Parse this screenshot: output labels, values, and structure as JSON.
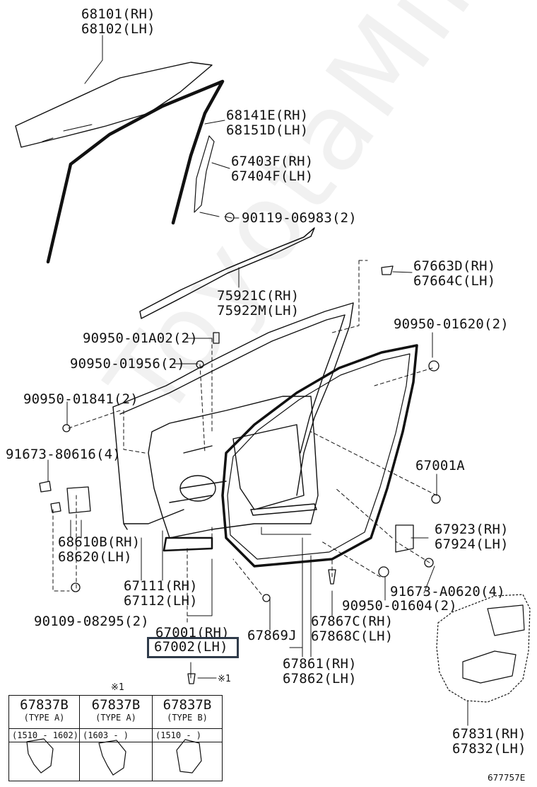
{
  "watermark": "ToyotaMine.ru",
  "labels": {
    "p68101": "68101(RH)\n68102(LH)",
    "p68141": "68141E(RH)\n68151D(LH)",
    "p67403": "67403F(RH)\n67404F(LH)",
    "p90119": "90119-06983(2)",
    "p67663": "67663D(RH)\n67664C(LH)",
    "p75921": "75921C(RH)\n75922M(LH)",
    "p90950a02": "90950-01A02(2)",
    "p90950_01956": "90950-01956(2)",
    "p90950_01620": "90950-01620(2)",
    "p90950_01841": "90950-01841(2)",
    "p91673_80616": "91673-80616(4)",
    "p67001a": "67001A",
    "p68610": "68610B(RH)\n68620(LH)",
    "p67923": "67923(RH)\n67924(LH)",
    "p67111": "67111(RH)\n67112(LH)",
    "p91673_a0620": "91673-A0620(4)",
    "p90950_01604": "90950-01604(2)",
    "p90109": "90109-08295(2)",
    "p67001": "67001(RH)",
    "p67002": "67002(LH)",
    "p67869": "67869J",
    "p67867": "67867C(RH)\n67868C(LH)",
    "p67861": "67861(RH)\n67862(LH)",
    "p67831": "67831(RH)\n67832(LH)",
    "note_mark": "※1"
  },
  "table": {
    "header_note": "※1",
    "cells": [
      {
        "part": "67837B",
        "type": "(TYPE A)",
        "range": "(1510 -  1602)"
      },
      {
        "part": "67837B",
        "type": "(TYPE A)",
        "range": "(1603 -       )"
      },
      {
        "part": "67837B",
        "type": "(TYPE B)",
        "range": "(1510 -       )"
      }
    ]
  },
  "diagram_code": "677757E"
}
